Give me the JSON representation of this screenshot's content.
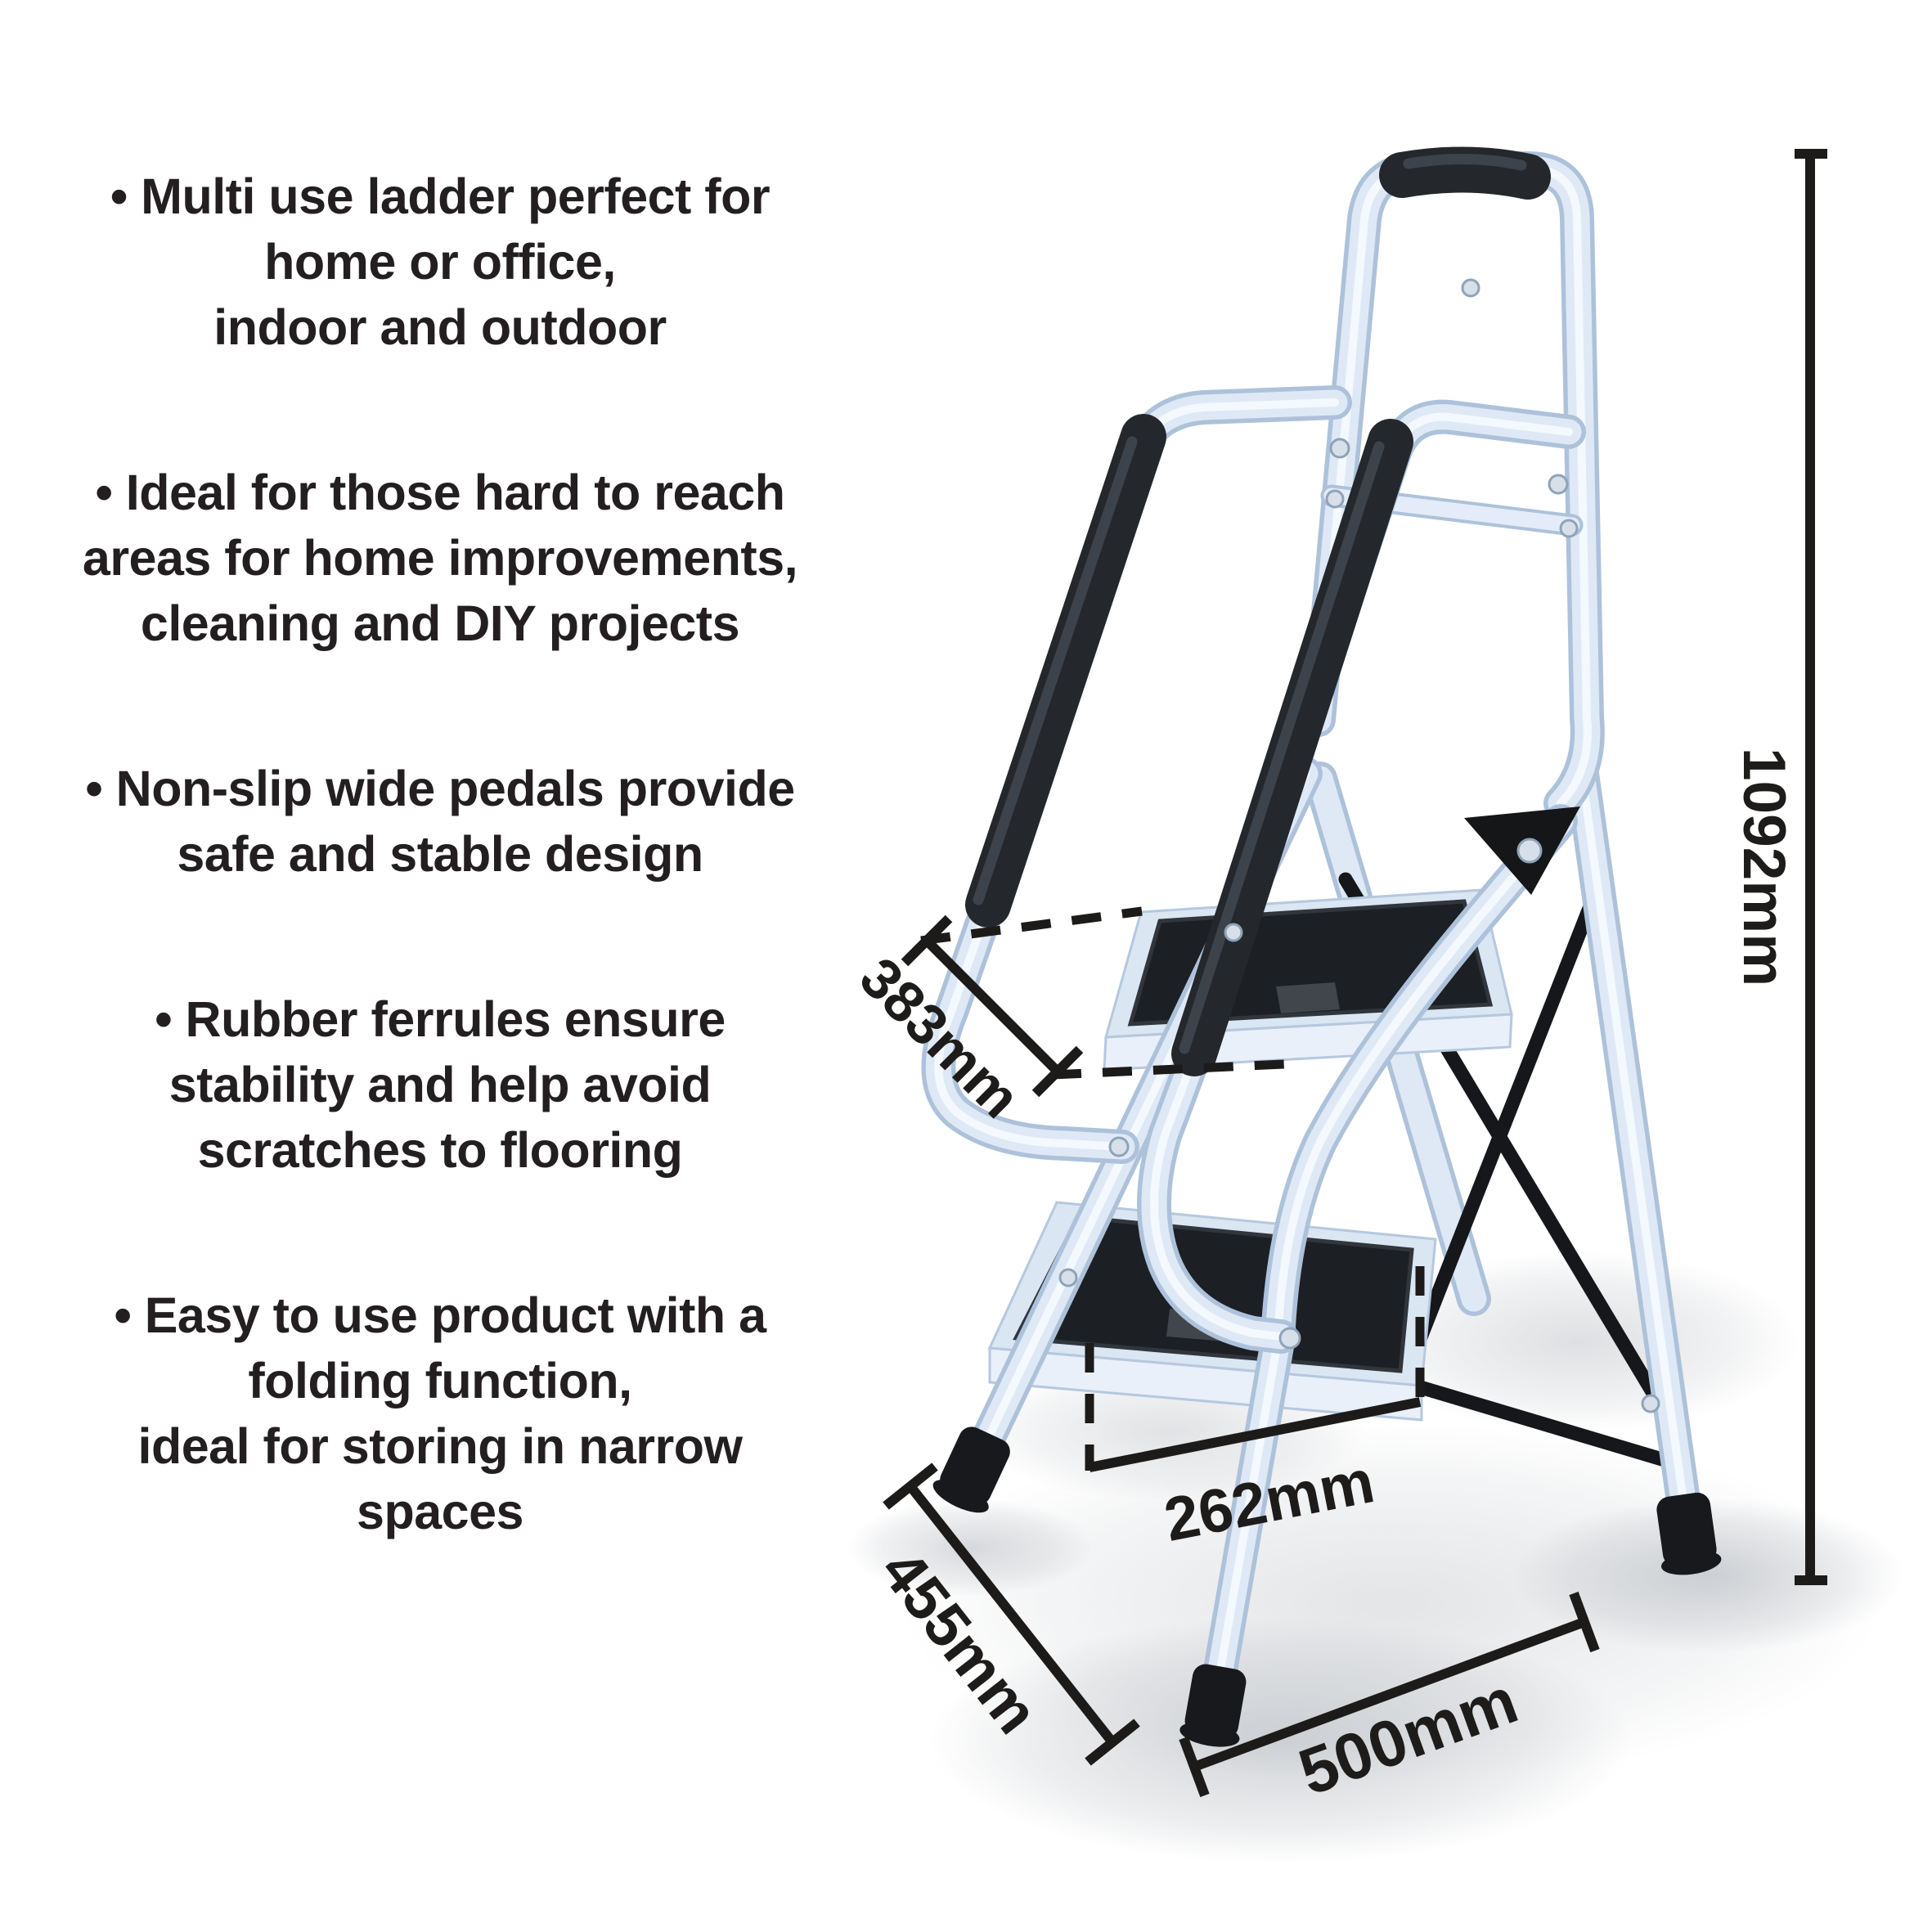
{
  "features": {
    "items": [
      {
        "lines": [
          "• Multi use ladder perfect for",
          "home or office,",
          "indoor and outdoor"
        ]
      },
      {
        "lines": [
          "• Ideal for those hard to reach",
          "areas for home improvements,",
          "cleaning and DIY projects"
        ]
      },
      {
        "lines": [
          "• Non-slip wide pedals provide",
          "safe and stable design"
        ]
      },
      {
        "lines": [
          "• Rubber ferrules ensure",
          "stability and help avoid",
          "scratches to flooring"
        ]
      },
      {
        "lines": [
          "• Easy to use product with a",
          "folding function,",
          "ideal for storing in narrow",
          "spaces"
        ]
      }
    ]
  },
  "dimensions": {
    "height": "1092mm",
    "top_step_depth": "383mm",
    "step_width": "262mm",
    "base_depth": "455mm",
    "base_width": "500mm"
  },
  "colors": {
    "text": "#231f20",
    "dimension": "#1e1c1a",
    "tube": "#dfe9f6",
    "tube_shadow": "#adc2da",
    "foam": "#24282d",
    "tread": "#1c1f23",
    "background": "#ffffff"
  }
}
